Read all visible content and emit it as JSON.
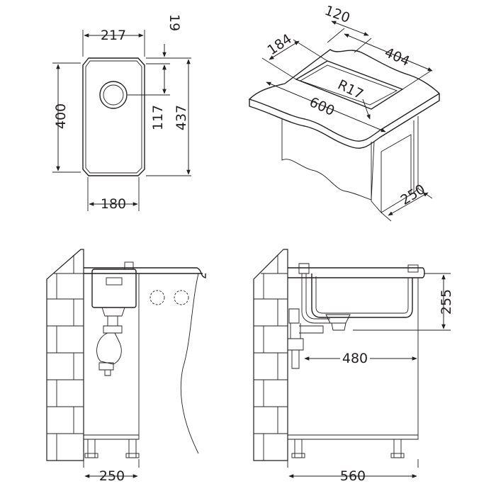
{
  "dimensions": {
    "top_view": {
      "width_217": "217",
      "offset_19": "19",
      "height_400": "400",
      "drain_117": "117",
      "height_437": "437",
      "inner_180": "180"
    },
    "iso_view": {
      "dim_120": "120",
      "dim_184": "184",
      "dim_404": "404",
      "radius": "R17",
      "dim_600": "600",
      "depth_250": "250"
    },
    "front_view": {
      "cabinet_250": "250"
    },
    "side_view": {
      "depth_255": "255",
      "dim_480": "480",
      "cabinet_560": "560"
    }
  },
  "colors": {
    "line": "#231f20",
    "background": "#ffffff"
  }
}
